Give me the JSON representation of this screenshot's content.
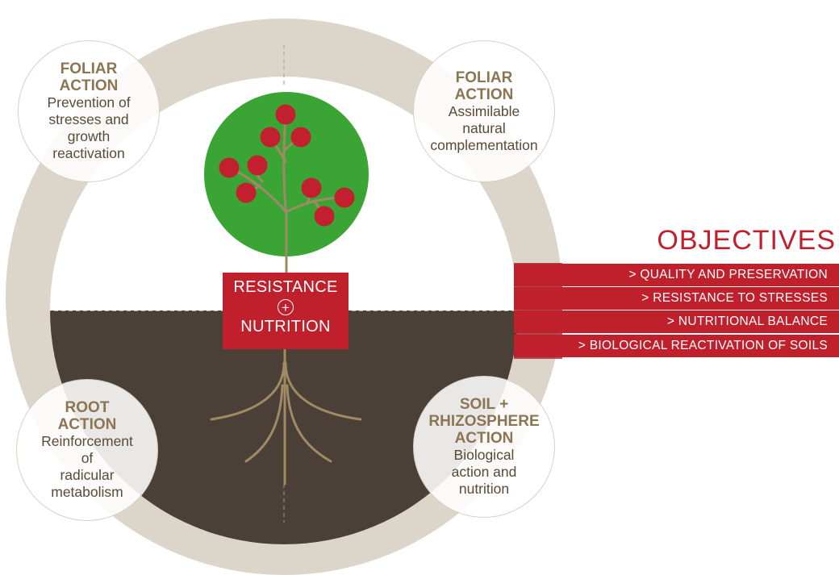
{
  "colors": {
    "ring": "#dcd6ca",
    "sky": "#ffffff",
    "soil": "#4a4038",
    "canopy": "#3aa535",
    "fruit": "#c2202e",
    "trunk": "#a08a64",
    "accent_red": "#c0202c",
    "title_brown": "#8b7553"
  },
  "bubbles": [
    {
      "id": "foliar-action-prevention",
      "title": "FOLIAR\nACTION",
      "desc": "Prevention of\nstresses and\ngrowth\nreactivation"
    },
    {
      "id": "foliar-action-assimilable",
      "title": "FOLIAR\nACTION",
      "desc": "Assimilable\nnatural\ncomplementation"
    },
    {
      "id": "root-action",
      "title": "ROOT\nACTION",
      "desc": "Reinforcement\nof\nradicular\nmetabolism"
    },
    {
      "id": "soil-rhizosphere-action",
      "title": "SOIL +\nRHIZOSPHERE\nACTION",
      "desc": "Biological\naction and\nnutrition"
    }
  ],
  "center": {
    "line1": "RESISTANCE",
    "plus": "+",
    "line2": "NUTRITION"
  },
  "objectives": {
    "title": "OBJECTIVES",
    "items": [
      "> QUALITY AND PRESERVATION",
      "> RESISTANCE TO STRESSES",
      "> NUTRITIONAL BALANCE",
      "> BIOLOGICAL REACTIVATION OF SOILS"
    ]
  }
}
